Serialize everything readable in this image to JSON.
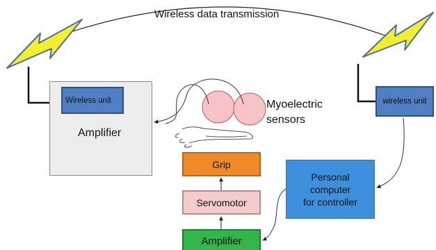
{
  "title": "Wireless data transmission",
  "left_unit": {
    "wireless_label": "Wireless unit",
    "amplifier_label": "Amplifier"
  },
  "right_unit": {
    "wireless_label": "wireless unit"
  },
  "sensors": {
    "line1": "Myoelectric",
    "line2": "sensors"
  },
  "chain": {
    "grip": "Grip",
    "servomotor": "Servomotor",
    "amplifier": "Amplifier"
  },
  "computer": {
    "line1": "Personal",
    "line2": "computer",
    "line3": "for controller"
  },
  "colors": {
    "wireless_unit": "#4f7fc2",
    "grip": "#f08a25",
    "servomotor": "#f4cccc",
    "amplifier": "#32b54a",
    "computer": "#3e8fdc",
    "lightning": "#f2ef2f",
    "sensor": "#f7c3c5"
  },
  "icons": [
    "lightning-bolt-icon",
    "lightning-bolt-icon",
    "electrode-icon",
    "arm-icon"
  ]
}
